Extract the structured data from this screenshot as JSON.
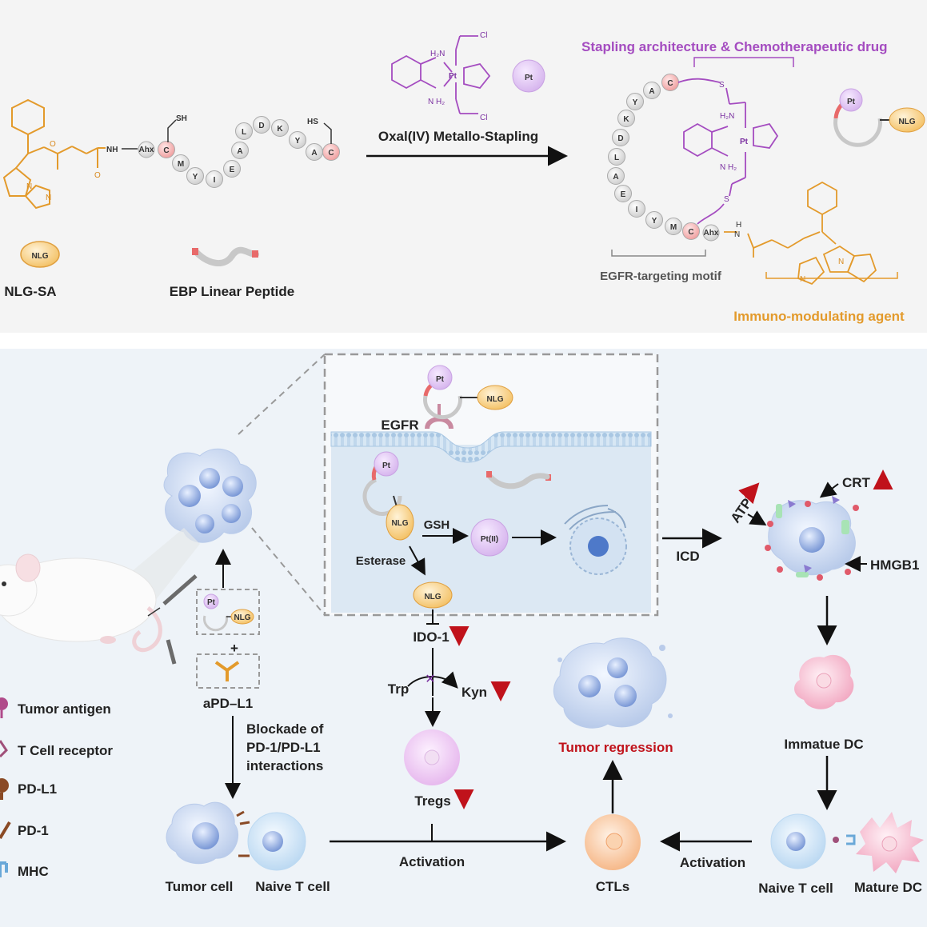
{
  "top": {
    "reaction_label": "Oxal(IV) Metallo-Stapling",
    "pt_badge": "Pt",
    "stapling_caption": "Stapling architecture & Chemotherapeutic drug",
    "egfr_motif_caption": "EGFR-targeting motif",
    "immuno_caption": "Immuno-modulating agent",
    "nlg_badge": "NLG",
    "nlg_sa_label": "NLG-SA",
    "ebp_label": "EBP Linear Peptide",
    "ahx": "Ahx",
    "nh": "NH",
    "sh1": "SH",
    "sh2": "HS",
    "cl": "Cl",
    "pt_center": "Pt",
    "linear_residues": [
      "C",
      "M",
      "Y",
      "I",
      "E",
      "A",
      "L",
      "D",
      "K",
      "Y",
      "A",
      "C"
    ],
    "ring_residues": [
      "C",
      "A",
      "Y",
      "K",
      "D",
      "L",
      "A",
      "E",
      "I",
      "Y",
      "M",
      "C"
    ]
  },
  "bottom": {
    "egfr": "EGFR",
    "gsh": "GSH",
    "pt2": "Pt(II)",
    "esterase": "Esterase",
    "nlg": "NLG",
    "pt": "Pt",
    "ido1": "IDO-1",
    "trp": "Trp",
    "kyn": "Kyn",
    "tregs": "Tregs",
    "icd": "ICD",
    "atp": "ATP",
    "crt": "CRT",
    "hmgb1": "HMGB1",
    "immature_dc": "Immatue DC",
    "mature_dc": "Mature DC",
    "naive_t_right": "Naive T cell",
    "ctls": "CTLs",
    "tumor_regression": "Tumor regression",
    "activation_left": "Activation",
    "activation_right": "Activation",
    "tumor_cell": "Tumor cell",
    "naive_t_left": "Naive T cell",
    "apdl1": "aPD–L1",
    "blockade": [
      "Blockade of",
      "PD-1/PD-L1",
      "interactions"
    ],
    "plus": "+",
    "legend": [
      {
        "label": "Tumor antigen",
        "color": "#b04a8a"
      },
      {
        "label": "T Cell receptor",
        "color": "#a0507a"
      },
      {
        "label": "PD-L1",
        "color": "#8a4a25"
      },
      {
        "label": "PD-1",
        "color": "#8a4a25"
      },
      {
        "label": "MHC",
        "color": "#6aa8d8"
      }
    ]
  },
  "colors": {
    "purple": "#a44cc0",
    "orange": "#e39a2b",
    "red_arrow": "#c0121b",
    "tumor_regression": "#c0121b"
  }
}
